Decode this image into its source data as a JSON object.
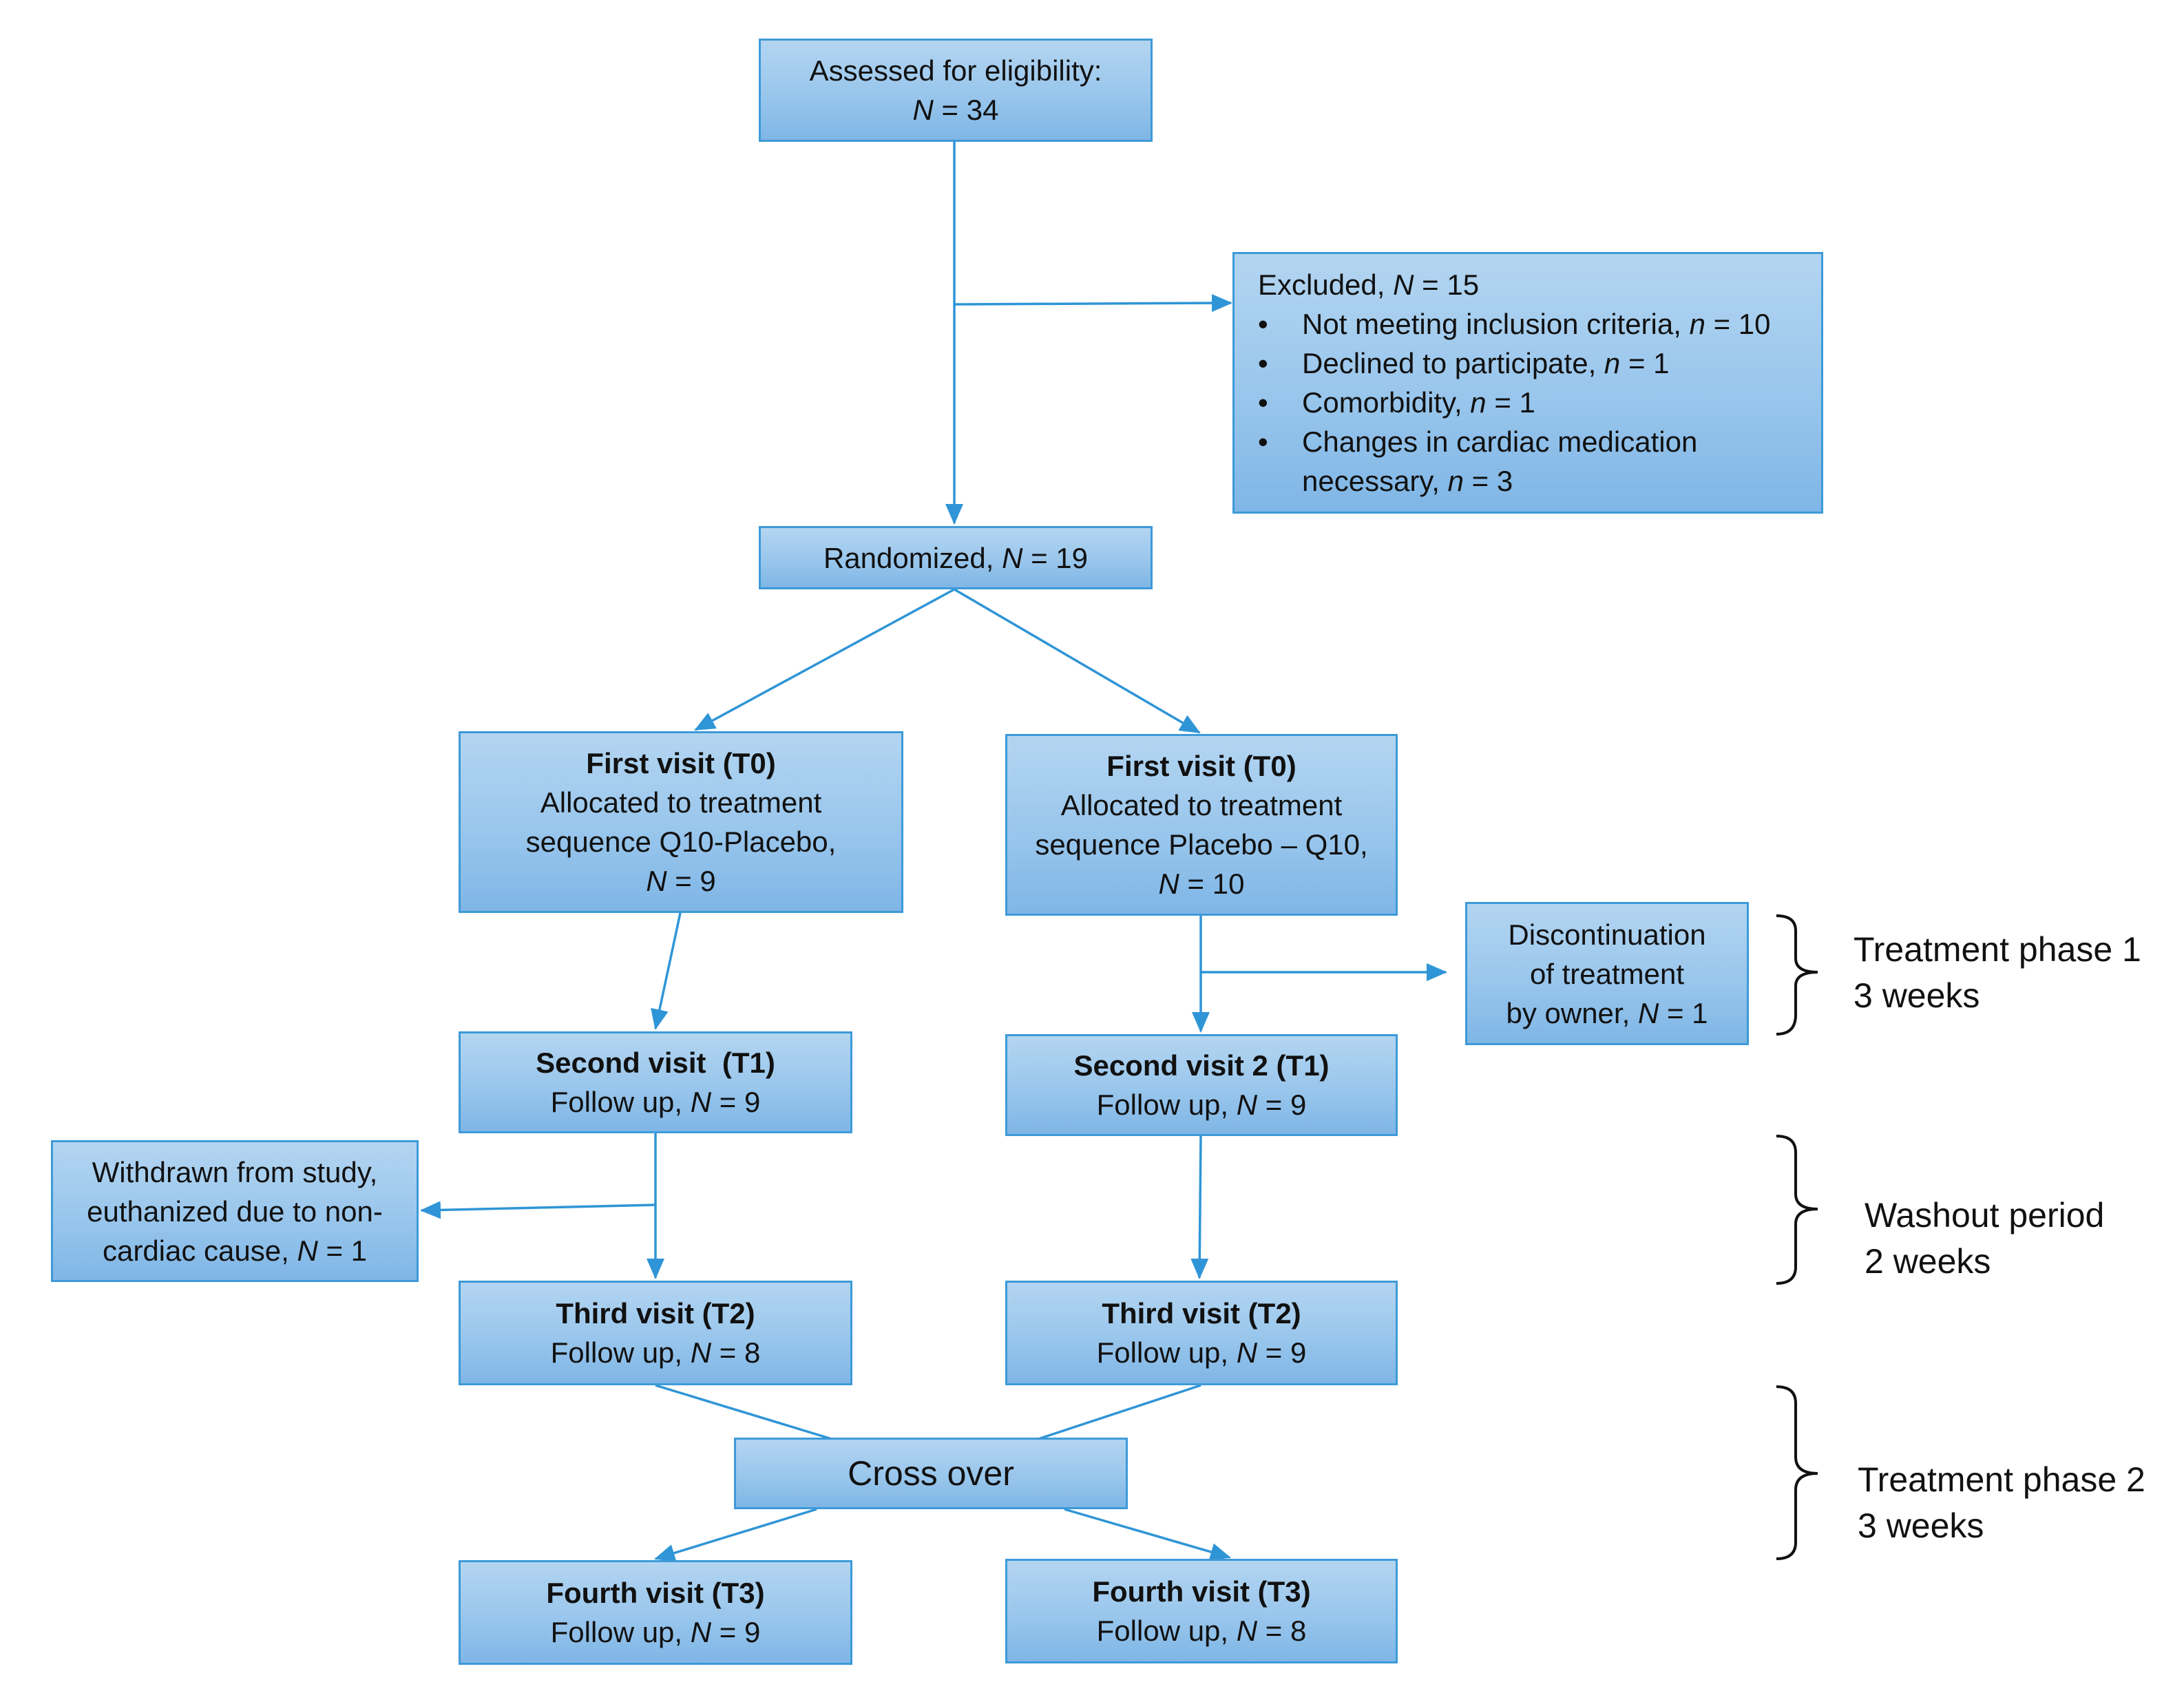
{
  "assessed": {
    "line1": "Assessed for eligibility:",
    "n_label": "N",
    "n_rest": " = 34"
  },
  "excluded": {
    "title_pre": "Excluded, ",
    "title_n": "N",
    "title_rest": " = 15",
    "items": [
      {
        "pre": "Not meeting inclusion criteria, ",
        "n": "n",
        "rest": " = 10"
      },
      {
        "pre": "Declined to participate, ",
        "n": "n",
        "rest": " = 1"
      },
      {
        "pre": "Comorbidity, ",
        "n": "n",
        "rest": " = 1"
      },
      {
        "line1": "Changes in cardiac medication",
        "pre": "necessary, ",
        "n": "n",
        "rest": " = 3"
      }
    ]
  },
  "randomized": {
    "pre": "Randomized, ",
    "n": "N",
    "rest": " = 19"
  },
  "left_first": {
    "title": "First visit (T0)",
    "line2": "Allocated to treatment",
    "line3": "sequence Q10-Placebo,",
    "n": "N",
    "rest": " = 9"
  },
  "right_first": {
    "title": "First visit (T0)",
    "line2": "Allocated to treatment",
    "line3": "sequence Placebo – Q10,",
    "n": "N",
    "rest": " = 10"
  },
  "discontinuation": {
    "line1": "Discontinuation",
    "line2": "of treatment",
    "pre": "by owner, ",
    "n": "N",
    "rest": " = 1"
  },
  "left_second": {
    "title": "Second visit  (T1)",
    "pre": "Follow up, ",
    "n": "N",
    "rest": " = 9"
  },
  "right_second": {
    "title": "Second visit 2 (T1)",
    "pre": "Follow up, ",
    "n": "N",
    "rest": " = 9"
  },
  "withdrawn": {
    "line1": "Withdrawn from study,",
    "line2": "euthanized due to non-",
    "pre": "cardiac cause, ",
    "n": "N",
    "rest": " = 1"
  },
  "left_third": {
    "title": "Third visit (T2)",
    "pre": "Follow up, ",
    "n": "N",
    "rest": " = 8"
  },
  "right_third": {
    "title": "Third visit (T2)",
    "pre": "Follow up, ",
    "n": "N",
    "rest": " = 9"
  },
  "cross_over": {
    "label": "Cross over"
  },
  "left_fourth": {
    "title": "Fourth visit (T3)",
    "pre": "Follow up, ",
    "n": "N",
    "rest": " = 9"
  },
  "right_fourth": {
    "title": "Fourth visit (T3)",
    "pre": "Follow up, ",
    "n": "N",
    "rest": " = 8"
  },
  "phases": [
    {
      "line1": "Treatment phase 1",
      "line2": "3 weeks"
    },
    {
      "line1": "Washout period",
      "line2": "2 weeks"
    },
    {
      "line1": "Treatment phase 2",
      "line2": "3 weeks"
    }
  ],
  "colors": {
    "box_border": "#3d9ad8",
    "connector": "#2f95d6",
    "fill_top": "#b3d5f1",
    "fill_bottom": "#7fb6e6"
  }
}
